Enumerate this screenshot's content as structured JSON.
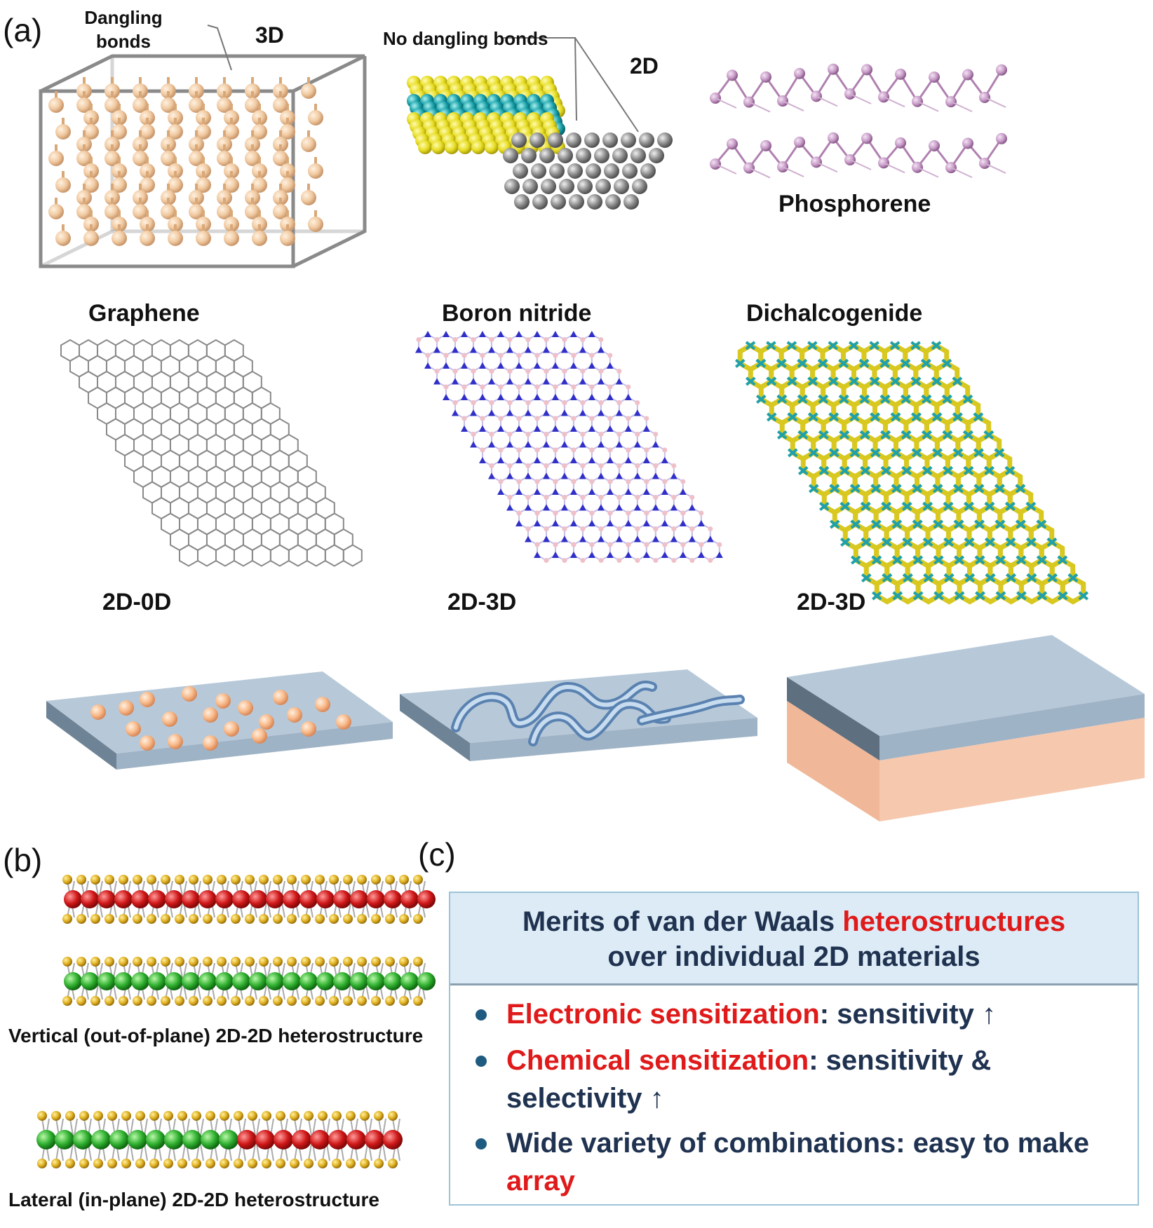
{
  "panel_a": {
    "letter": "(a)",
    "dangling_bonds": "Dangling bonds",
    "label_3d": "3D",
    "no_dangling_bonds": "No dangling bonds",
    "label_2d": "2D",
    "phosphorene": "Phosphorene",
    "graphene": "Graphene",
    "boron_nitride": "Boron nitride",
    "dichalcogenide": "Dichalcogenide",
    "het_1": "2D-0D",
    "het_2": "2D-3D",
    "het_3": "2D-3D"
  },
  "panel_b": {
    "letter": "(b)",
    "vertical_caption": "Vertical (out-of-plane) 2D-2D heterostructure",
    "lateral_caption": "Lateral (in-plane) 2D-2D heterostructure"
  },
  "panel_c": {
    "letter": "(c)",
    "title_part1": "Merits of van der Waals ",
    "title_highlight": "heterostructures",
    "title_line2": "over individual 2D materials",
    "items": [
      {
        "highlight": "Electronic sensitization",
        "rest": ": sensitivity ↑"
      },
      {
        "highlight": "Chemical sensitization",
        "rest": ": sensitivity & selectivity ↑"
      },
      {
        "text": "Wide variety of combinations: easy to make ",
        "highlight": "array"
      }
    ]
  },
  "colors": {
    "atom_3d": "#f0c9a0",
    "sulfur": "#e8e030",
    "metal": "#20a0a8",
    "carbon": "#8a8a8a",
    "phosphorus": "#c89cc8",
    "boron": "#f0c0c8",
    "nitrogen": "#3030c8",
    "substrate": "#b7c9d9",
    "bulk": "#f6c4a8",
    "highlight_red": "#e01a1a",
    "text_navy": "#1f3250"
  }
}
